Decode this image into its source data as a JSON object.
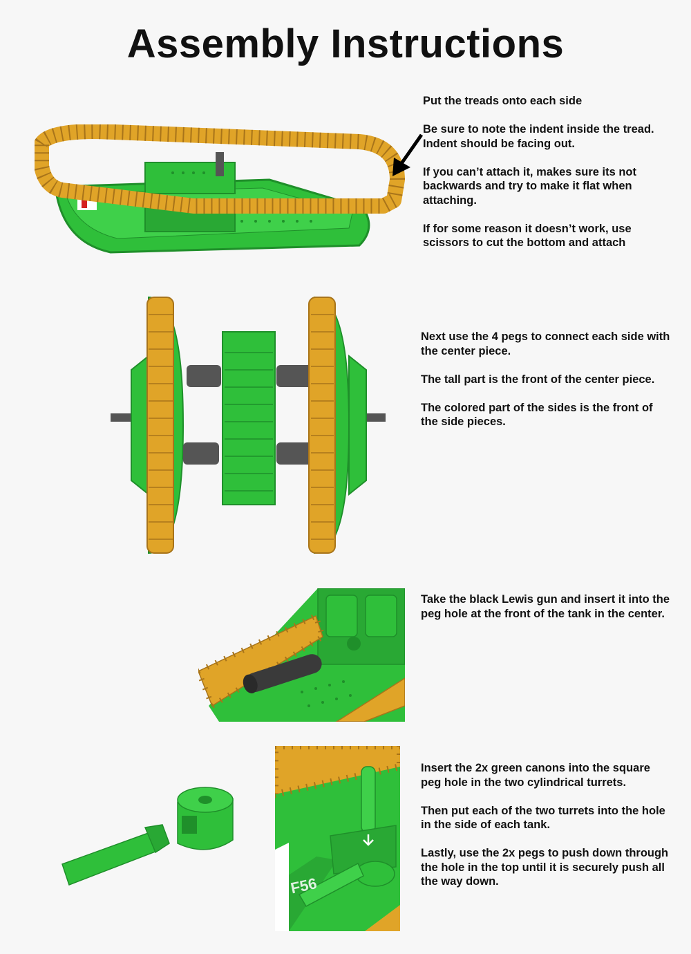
{
  "title": "Assembly Instructions",
  "steps": [
    {
      "paragraphs": [
        "Put the treads onto each side",
        "Be sure to note the indent inside the tread.\nIndent should be facing out.",
        "If you can’t attach it, makes sure its not\nbackwards and try to make it flat when\nattaching.",
        "If for some reason it doesn’t work, use\nscissors to cut the bottom and attach"
      ]
    },
    {
      "paragraphs": [
        "Next use the 4 pegs to connect each side with\nthe center piece.",
        "The tall part is the front of the center piece.",
        "The colored part of the sides is the front of\nthe side pieces."
      ]
    },
    {
      "paragraphs": [
        "Take the black Lewis gun and insert it into the\npeg hole at the front of the tank in the center."
      ]
    },
    {
      "paragraphs": [
        "Insert the 2x green canons into the square\npeg hole in the two cylindrical turrets.",
        "Then put each of the two turrets into the hole\nin the side of each tank.",
        "Lastly, use the 2x pegs to push down through\nthe hole in the top until it is securely push all\nthe way down."
      ]
    }
  ],
  "model_marking": "F56",
  "colors": {
    "green": "#2fbf3a",
    "green_dark": "#1f8f2a",
    "tread": "#e0a428",
    "tread_dark": "#a8741a",
    "peg": "#555555",
    "gun": "#3a3a3a"
  }
}
